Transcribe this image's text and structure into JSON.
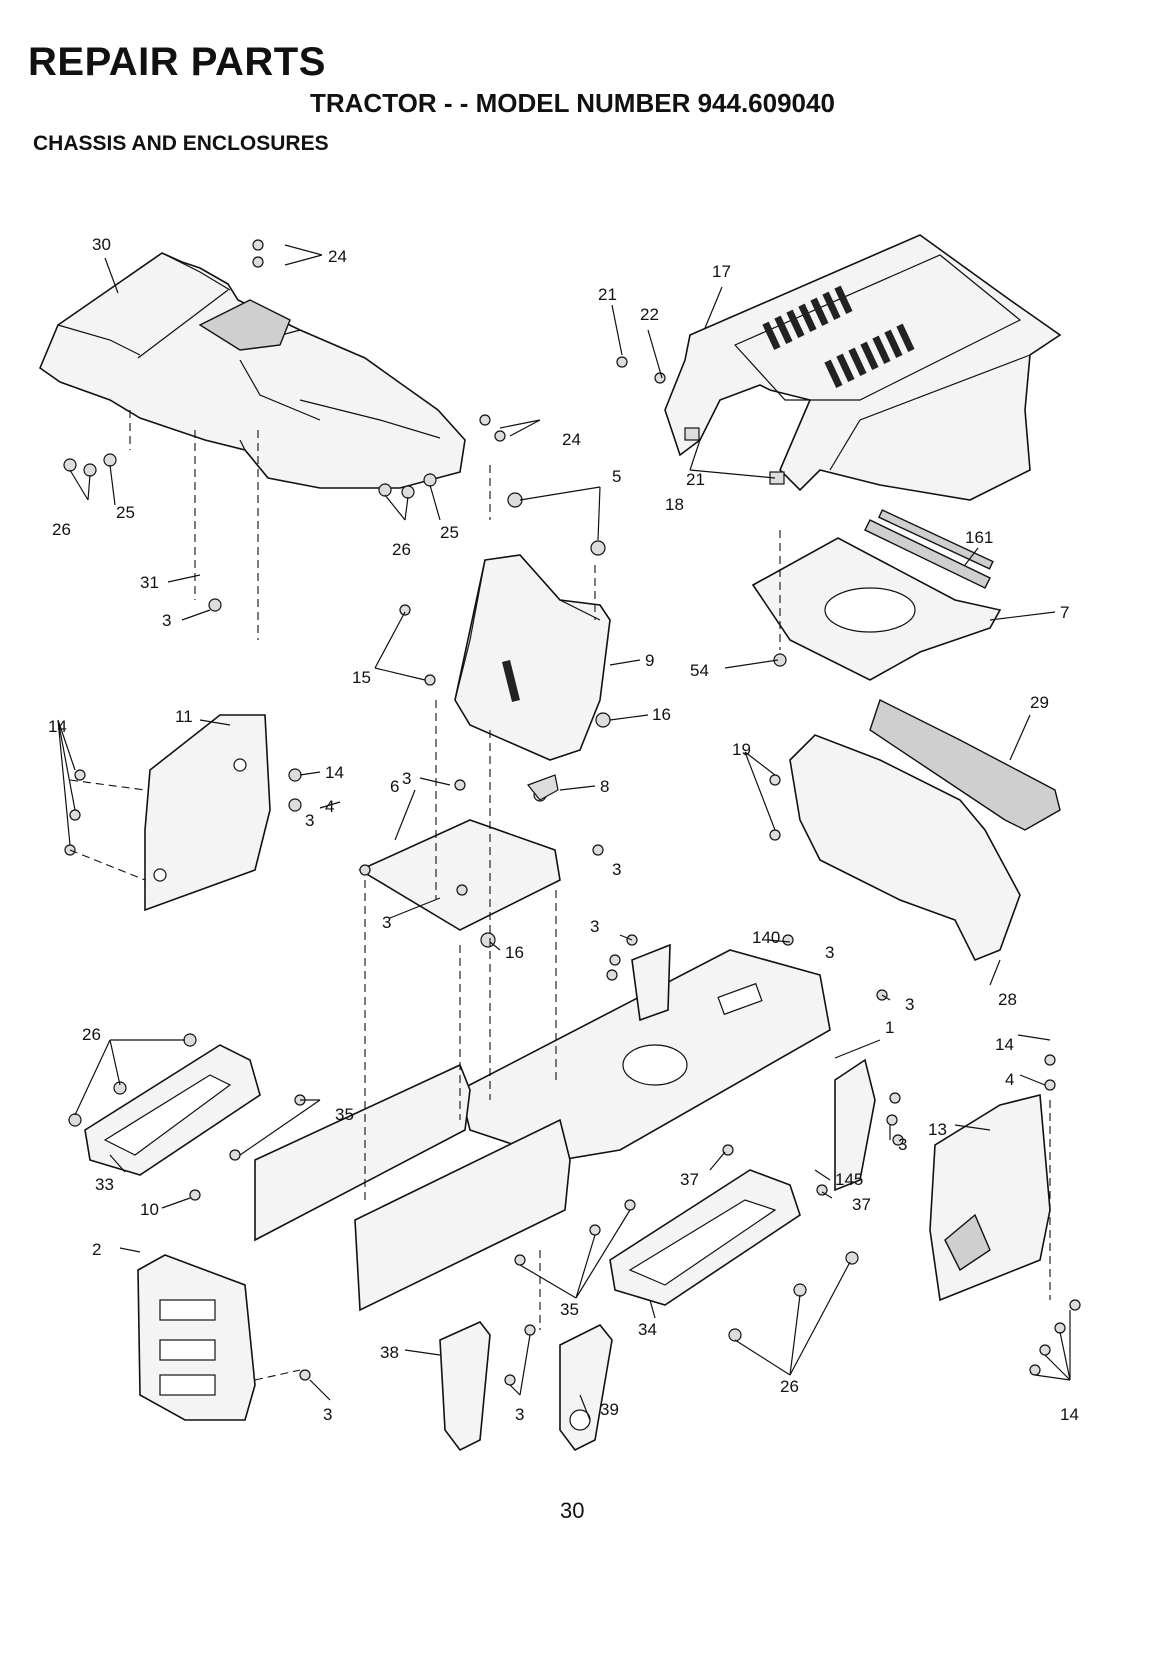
{
  "page": {
    "title": "REPAIR PARTS",
    "subtitle": "TRACTOR - - MODEL NUMBER 944.609040",
    "section": "CHASSIS AND ENCLOSURES",
    "page_number": "30"
  },
  "callouts": [
    {
      "id": "c30",
      "label": "30"
    },
    {
      "id": "c24a",
      "label": "24"
    },
    {
      "id": "c17",
      "label": "17"
    },
    {
      "id": "c21a",
      "label": "21"
    },
    {
      "id": "c22",
      "label": "22"
    },
    {
      "id": "c24b",
      "label": "24"
    },
    {
      "id": "c26a",
      "label": "26"
    },
    {
      "id": "c25a",
      "label": "25"
    },
    {
      "id": "c26b",
      "label": "26"
    },
    {
      "id": "c25b",
      "label": "25"
    },
    {
      "id": "c5",
      "label": "5"
    },
    {
      "id": "c21b",
      "label": "21"
    },
    {
      "id": "c18",
      "label": "18"
    },
    {
      "id": "c161",
      "label": "161"
    },
    {
      "id": "c31",
      "label": "31"
    },
    {
      "id": "c3a",
      "label": "3"
    },
    {
      "id": "c7",
      "label": "7"
    },
    {
      "id": "c9",
      "label": "9"
    },
    {
      "id": "c15",
      "label": "15"
    },
    {
      "id": "c54",
      "label": "54"
    },
    {
      "id": "c16a",
      "label": "16"
    },
    {
      "id": "c14a",
      "label": "14"
    },
    {
      "id": "c11",
      "label": "11"
    },
    {
      "id": "c29",
      "label": "29"
    },
    {
      "id": "c14b",
      "label": "14"
    },
    {
      "id": "c19",
      "label": "19"
    },
    {
      "id": "c3b",
      "label": "3"
    },
    {
      "id": "c8",
      "label": "8"
    },
    {
      "id": "c4a",
      "label": "4"
    },
    {
      "id": "c6",
      "label": "6"
    },
    {
      "id": "c3c",
      "label": "3"
    },
    {
      "id": "c3d",
      "label": "3"
    },
    {
      "id": "c3e",
      "label": "3"
    },
    {
      "id": "c16b",
      "label": "16"
    },
    {
      "id": "c3f",
      "label": "3"
    },
    {
      "id": "c140",
      "label": "140"
    },
    {
      "id": "c3g",
      "label": "3"
    },
    {
      "id": "c28",
      "label": "28"
    },
    {
      "id": "c3h",
      "label": "3"
    },
    {
      "id": "c1",
      "label": "1"
    },
    {
      "id": "c26c",
      "label": "26"
    },
    {
      "id": "c14c",
      "label": "14"
    },
    {
      "id": "c4b",
      "label": "4"
    },
    {
      "id": "c35a",
      "label": "35"
    },
    {
      "id": "c13",
      "label": "13"
    },
    {
      "id": "c3i",
      "label": "3"
    },
    {
      "id": "c37a",
      "label": "37"
    },
    {
      "id": "c145",
      "label": "145"
    },
    {
      "id": "c37b",
      "label": "37"
    },
    {
      "id": "c33",
      "label": "33"
    },
    {
      "id": "c10",
      "label": "10"
    },
    {
      "id": "c2",
      "label": "2"
    },
    {
      "id": "c35b",
      "label": "35"
    },
    {
      "id": "c38",
      "label": "38"
    },
    {
      "id": "c34",
      "label": "34"
    },
    {
      "id": "c26d",
      "label": "26"
    },
    {
      "id": "c3j",
      "label": "3"
    },
    {
      "id": "c3k",
      "label": "3"
    },
    {
      "id": "c39",
      "label": "39"
    },
    {
      "id": "c14d",
      "label": "14"
    }
  ]
}
